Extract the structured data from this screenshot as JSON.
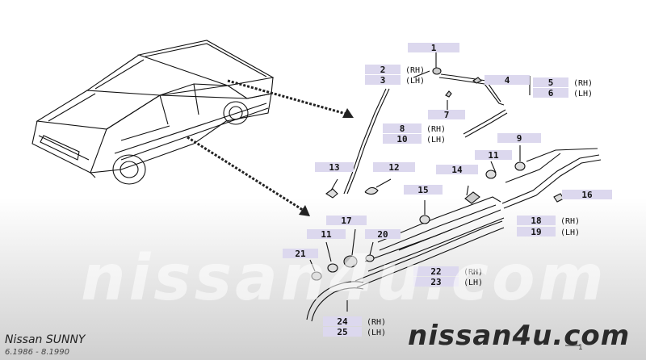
{
  "diagram": {
    "model": "Nissan SUNNY",
    "date_range": "6.1986 - 8.1990",
    "watermark_large": "nissan4u.com",
    "watermark_small": "nissan4u.com",
    "page_number": "1",
    "label_fill": "#dcd8ee",
    "line_color": "#111111",
    "callouts": [
      {
        "num": "1",
        "side": ""
      },
      {
        "num": "2",
        "side": "(RH)"
      },
      {
        "num": "3",
        "side": "(LH)"
      },
      {
        "num": "4",
        "side": ""
      },
      {
        "num": "5",
        "side": "(RH)"
      },
      {
        "num": "6",
        "side": "(LH)"
      },
      {
        "num": "7",
        "side": ""
      },
      {
        "num": "8",
        "side": "(RH)"
      },
      {
        "num": "10",
        "side": "(LH)"
      },
      {
        "num": "9",
        "side": ""
      },
      {
        "num": "11",
        "side": ""
      },
      {
        "num": "13",
        "side": ""
      },
      {
        "num": "12",
        "side": ""
      },
      {
        "num": "14",
        "side": ""
      },
      {
        "num": "15",
        "side": ""
      },
      {
        "num": "16",
        "side": ""
      },
      {
        "num": "17",
        "side": ""
      },
      {
        "num": "18",
        "side": "(RH)"
      },
      {
        "num": "19",
        "side": "(LH)"
      },
      {
        "num": "11",
        "side": ""
      },
      {
        "num": "20",
        "side": ""
      },
      {
        "num": "21",
        "side": ""
      },
      {
        "num": "22",
        "side": "(RH)"
      },
      {
        "num": "23",
        "side": "(LH)"
      },
      {
        "num": "24",
        "side": "(RH)"
      },
      {
        "num": "25",
        "side": "(LH)"
      }
    ]
  }
}
